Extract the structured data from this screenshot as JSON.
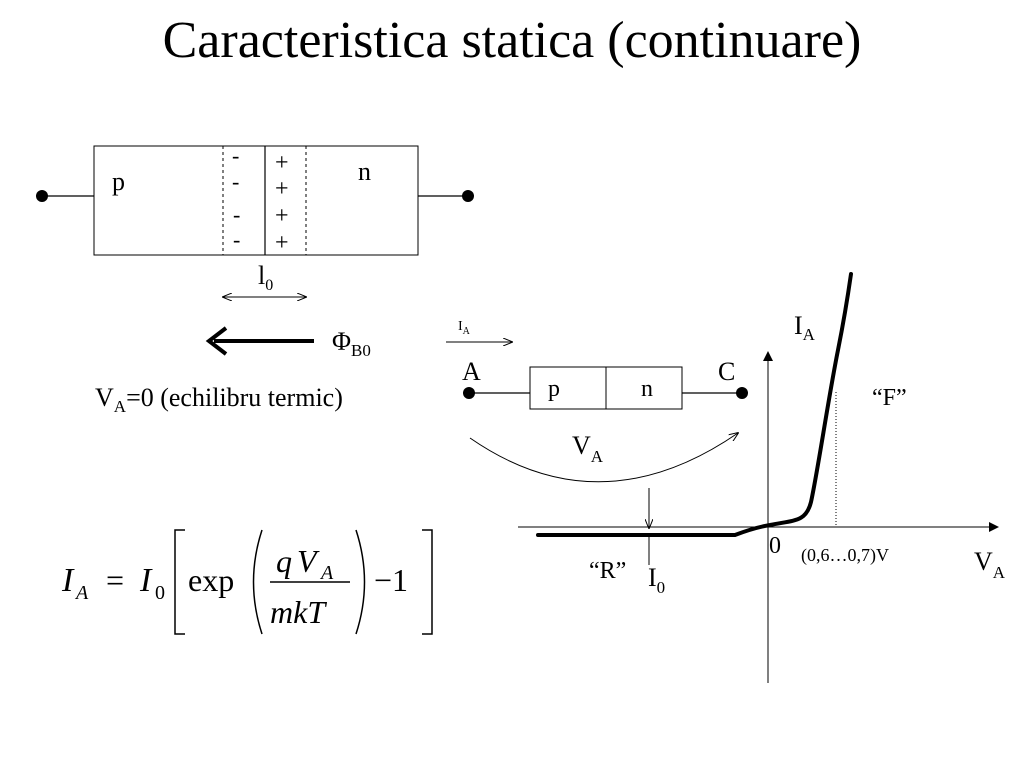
{
  "title": "Caracteristica statica (continuare)",
  "junction": {
    "p_label": "p",
    "n_label": "n",
    "depletion_minus": [
      "-",
      "-",
      "-",
      "-"
    ],
    "depletion_plus": [
      "+",
      "+",
      "+",
      "+"
    ],
    "width_label": "l",
    "width_sub": "0",
    "barrier_label": "Φ",
    "barrier_sub": "B0",
    "equilibrium_prefix": "V",
    "equilibrium_sub": "A",
    "equilibrium_text": "=0 (echilibru termic)"
  },
  "diode": {
    "current_label": "I",
    "current_sub": "A",
    "anode_label": "A",
    "cathode_label": "C",
    "p_label": "p",
    "n_label": "n",
    "voltage_label": "V",
    "voltage_sub": "A"
  },
  "plot": {
    "y_axis_label": "I",
    "y_axis_sub": "A",
    "x_axis_label": "V",
    "x_axis_sub": "A",
    "origin_label": "0",
    "forward_label": "“F”",
    "reverse_label": "“R”",
    "sat_label": "I",
    "sat_sub": "0",
    "threshold_label": "(0,6…0,7)V"
  },
  "equation": {
    "lhs_var": "I",
    "lhs_sub": "A",
    "equals": "=",
    "i0_var": "I",
    "i0_sub": "0",
    "exp": "exp",
    "num_q": "q",
    "num_v": "V",
    "num_sub": "A",
    "den": "mkT",
    "minus_one": "−1"
  }
}
